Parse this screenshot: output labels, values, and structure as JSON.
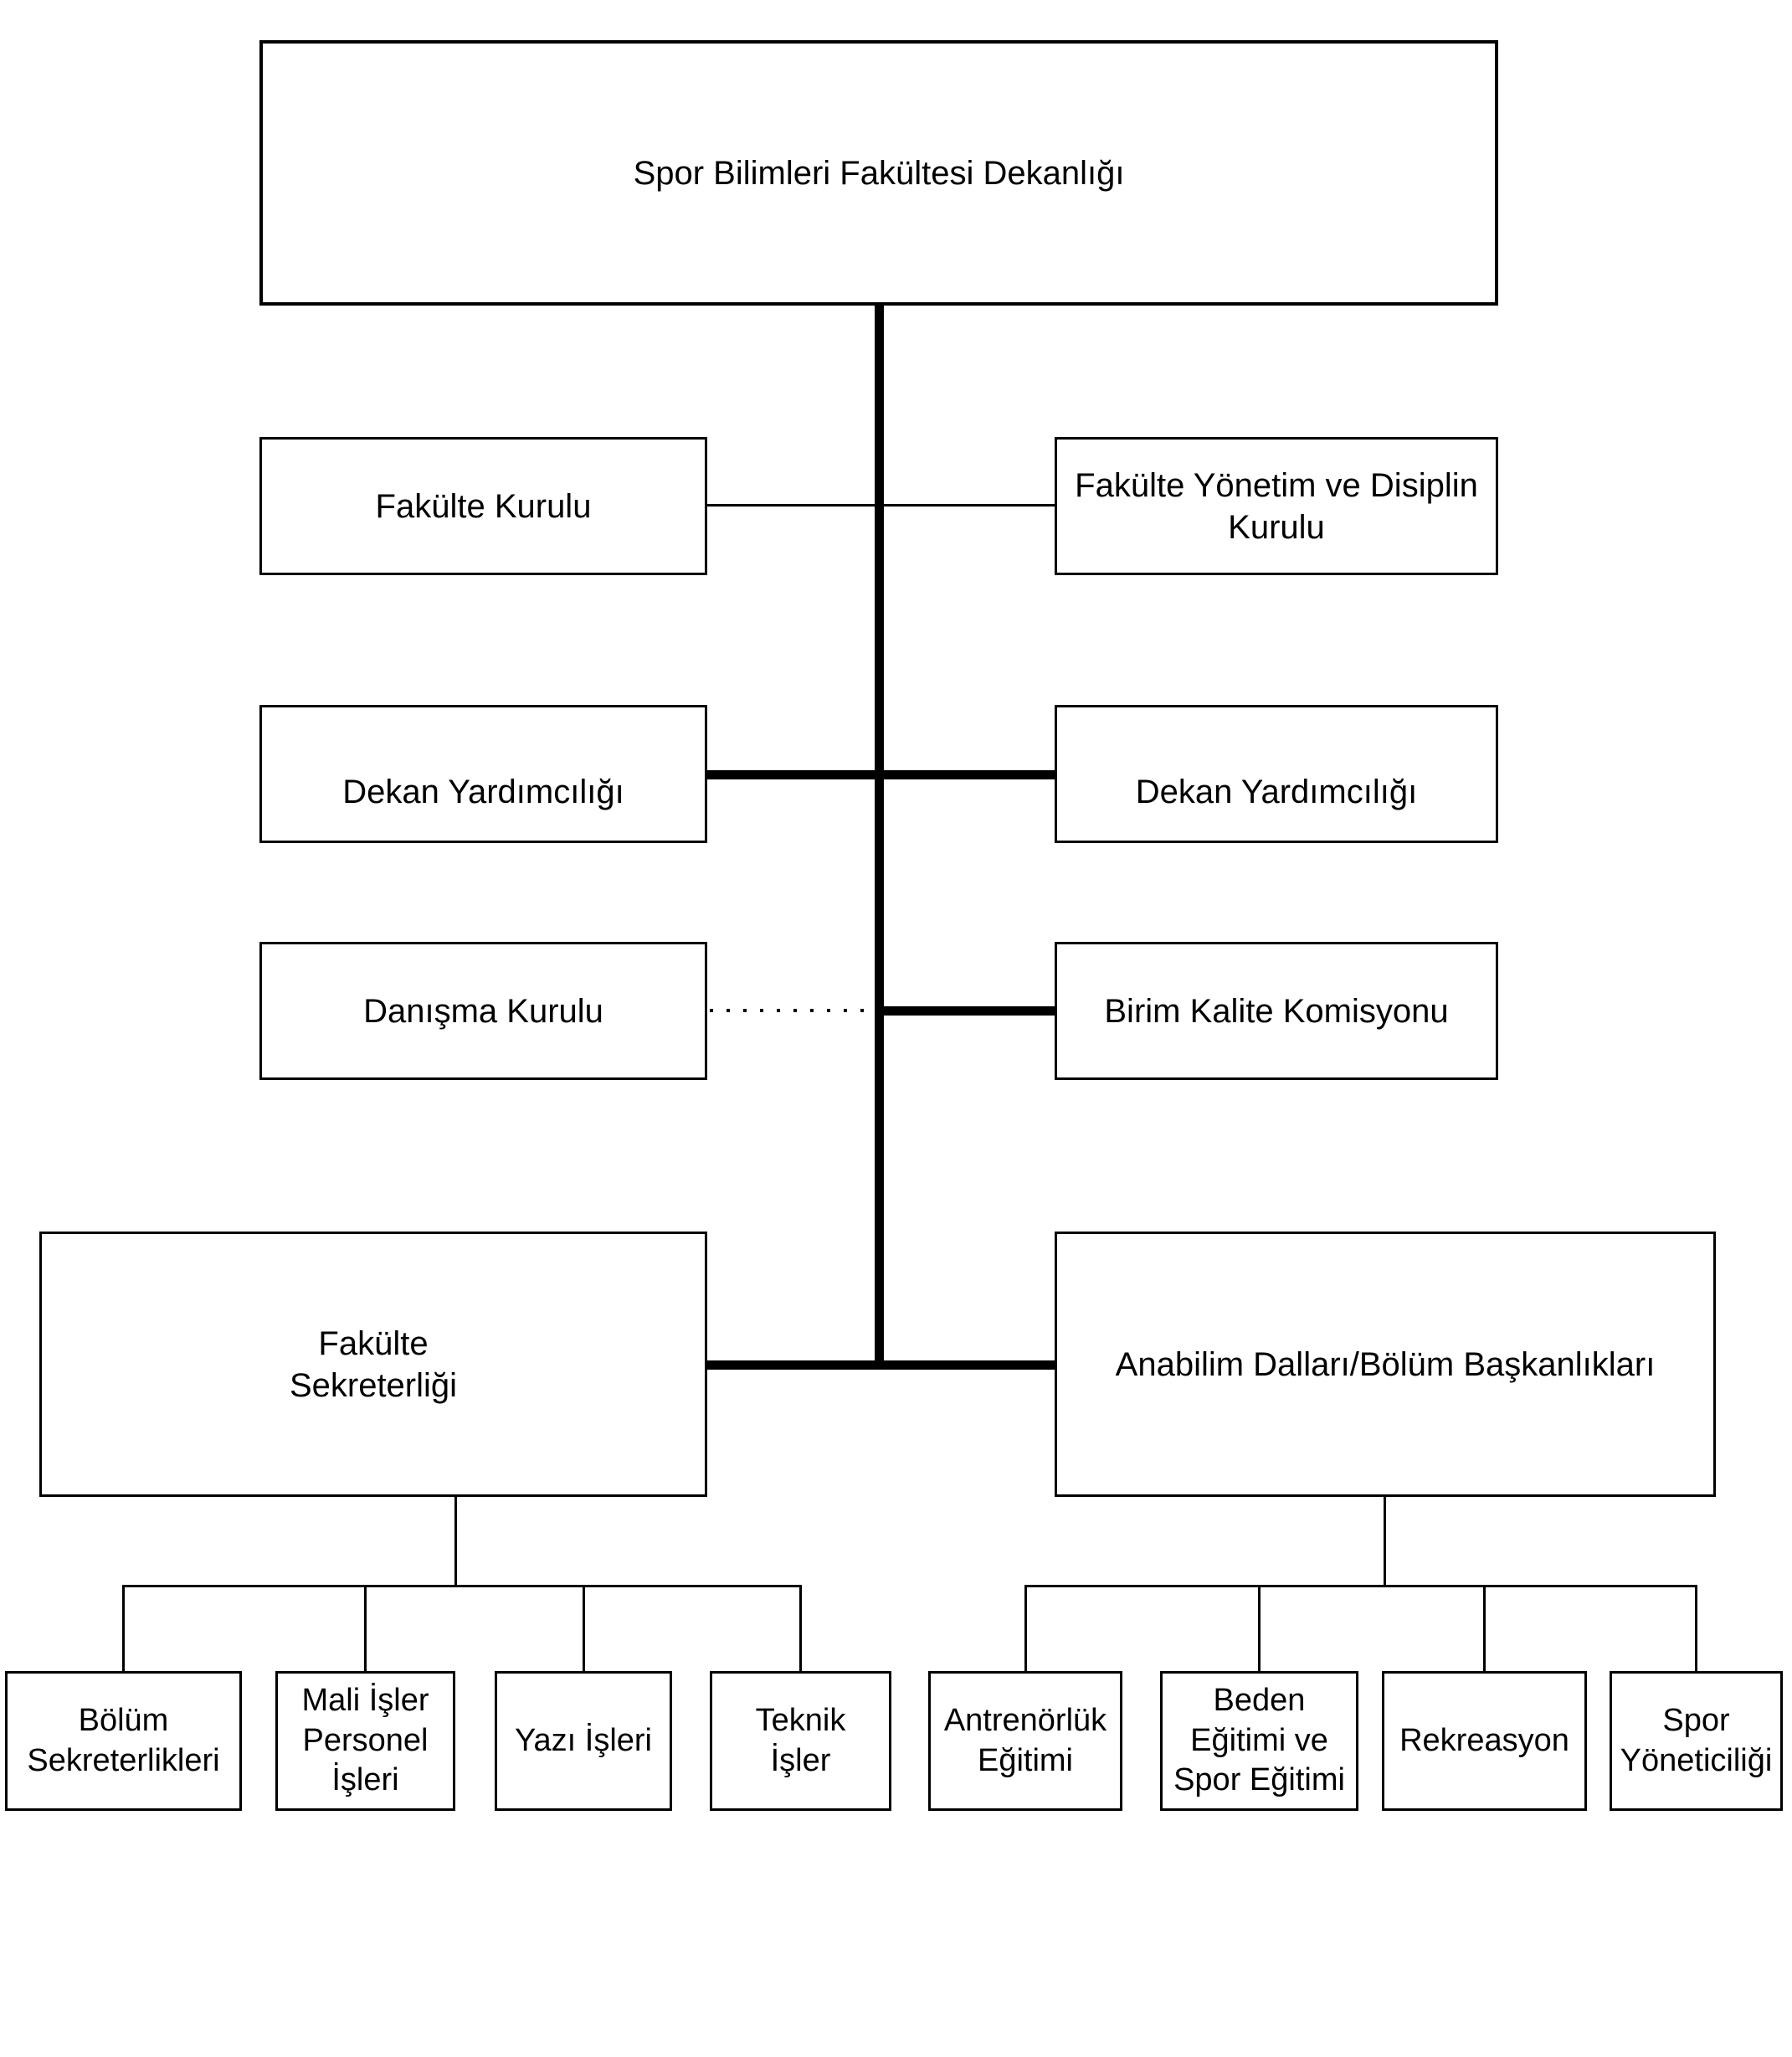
{
  "colors": {
    "background": "#ffffff",
    "line": "#000000",
    "text": "#000000",
    "box_border": "#000000"
  },
  "org_chart": {
    "root": {
      "label": "Spor Bilimleri Fakültesi Dekanlığı"
    },
    "levels": [
      {
        "left": {
          "label": "Fakülte Kurulu"
        },
        "right": {
          "label": "Fakülte Yönetim ve Disiplin\nKurulu"
        },
        "connector_style": "solid-thin"
      },
      {
        "left": {
          "label": "Dekan Yardımcılığı"
        },
        "right": {
          "label": "Dekan Yardımcılığı"
        },
        "connector_style": "solid-thick-round-caps"
      },
      {
        "left": {
          "label": "Danışma Kurulu"
        },
        "right": {
          "label": "Birim Kalite Komisyonu"
        },
        "connector_style": "dotted-left-thick-right"
      },
      {
        "left": {
          "label": "Fakülte\nSekreterliği"
        },
        "right": {
          "label": "Anabilim Dalları/Bölüm Başkanlıkları"
        },
        "connector_style": "solid-thick-round-caps"
      }
    ],
    "secretariat_units": [
      {
        "label": "Bölüm\nSekreterlikleri"
      },
      {
        "label": "Mali İşler\nPersonel\nİşleri"
      },
      {
        "label": "Yazı İşleri"
      },
      {
        "label": "Teknik\nİşler"
      }
    ],
    "departments": [
      {
        "label": "Antrenörlük\nEğitimi"
      },
      {
        "label": "Beden\nEğitimi ve\nSpor Eğitimi"
      },
      {
        "label": "Rekreasyon"
      },
      {
        "label": "Spor\nYöneticiliği"
      }
    ]
  }
}
